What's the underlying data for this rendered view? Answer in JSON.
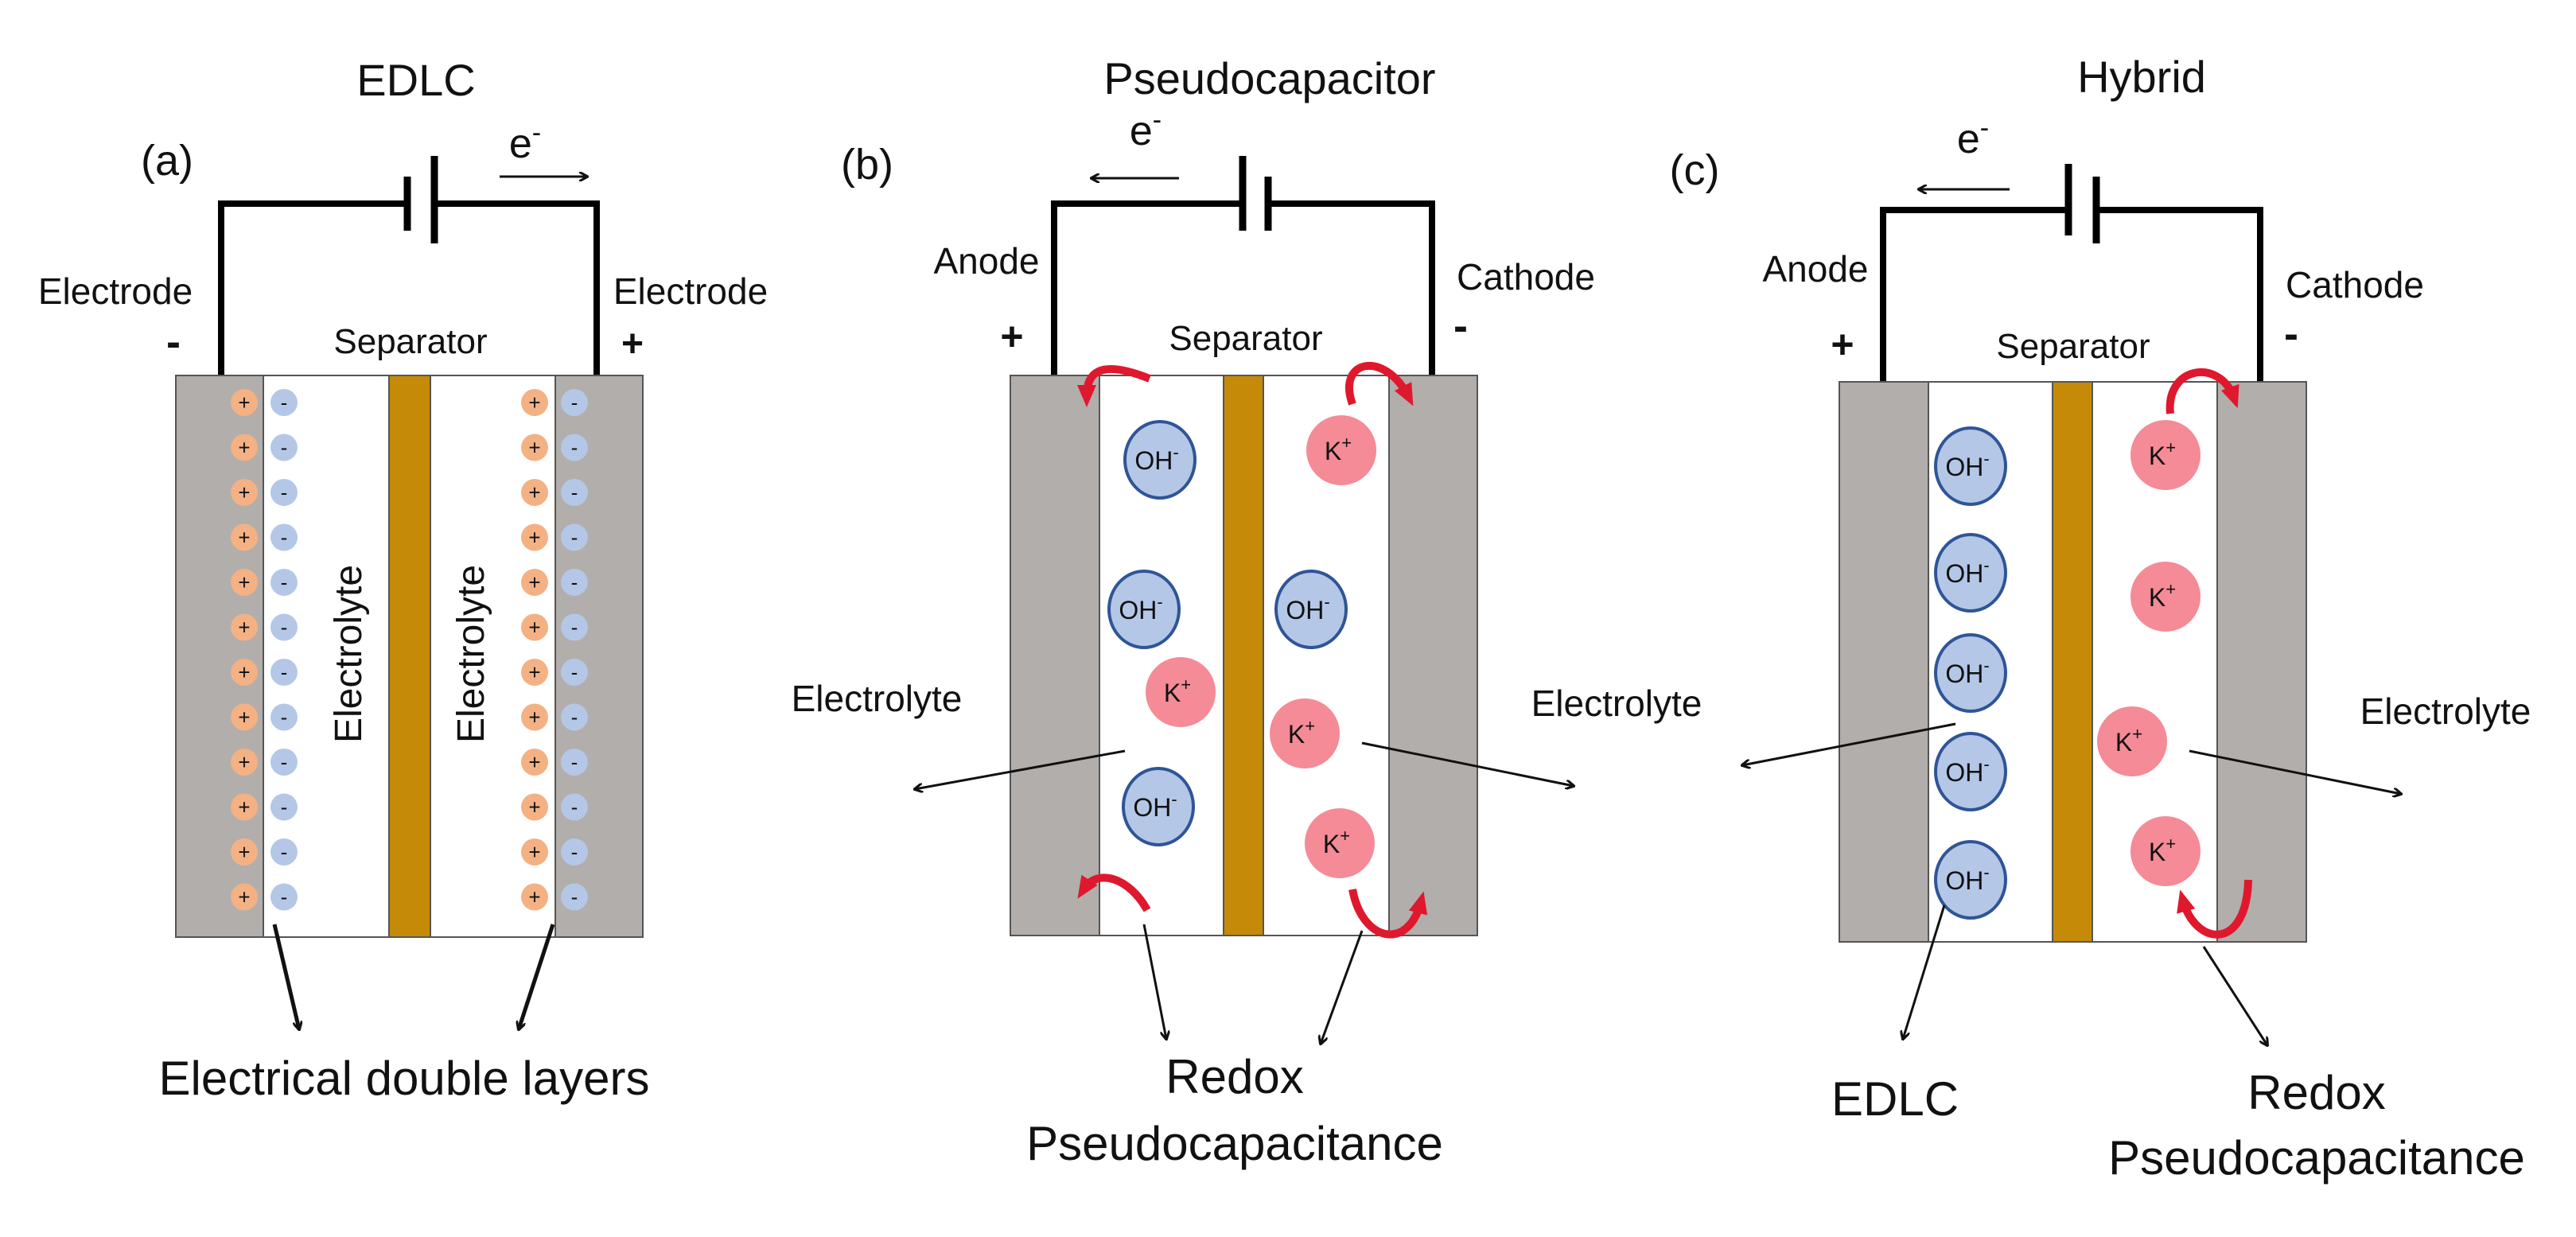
{
  "panels": {
    "a": {
      "title": "EDLC",
      "letter": "(a)",
      "electron": "e",
      "electron_sup": "-",
      "left_label": "Electrode",
      "right_label": "Electrode",
      "left_sign": "-",
      "right_sign": "+",
      "separator": "Separator",
      "electrolyte_left": "Electrolyte",
      "electrolyte_right": "Electrolyte",
      "plus_glyph": "+",
      "minus_glyph": "-",
      "bottom_label": "Electrical double layers"
    },
    "b": {
      "title": "Pseudocapacitor",
      "letter": "(b)",
      "electron": "e",
      "electron_sup": "-",
      "left_label": "Anode",
      "right_label": "Cathode",
      "left_sign": "+",
      "right_sign": "-",
      "separator": "Separator",
      "electrolyte_left": "Electrolyte",
      "electrolyte_right": "Electrolyte",
      "ion_oh": "OH",
      "ion_oh_sup": "-",
      "ion_k": "K",
      "ion_k_sup": "+",
      "bottom_line1": "Redox",
      "bottom_line2": "Pseudocapacitance"
    },
    "c": {
      "title": "Hybrid",
      "letter": "(c)",
      "electron": "e",
      "electron_sup": "-",
      "left_label": "Anode",
      "right_label": "Cathode",
      "left_sign": "+",
      "right_sign": "-",
      "separator": "Separator",
      "electrolyte": "Electrolyte",
      "ion_oh": "OH",
      "ion_oh_sup": "-",
      "ion_k": "K",
      "ion_k_sup": "+",
      "bottom_left": "EDLC",
      "bottom_line1": "Redox",
      "bottom_line2": "Pseudocapacitance"
    }
  },
  "colors": {
    "electrode": "#b2aeab",
    "separator": "#c58a08",
    "oh_fill": "#b4c7e7",
    "oh_stroke": "#2f5597",
    "k_fill": "#f48b97",
    "orange_charge": "#f4b183",
    "blue_charge": "#b4c7e7",
    "red_arrow": "#e0182e"
  }
}
